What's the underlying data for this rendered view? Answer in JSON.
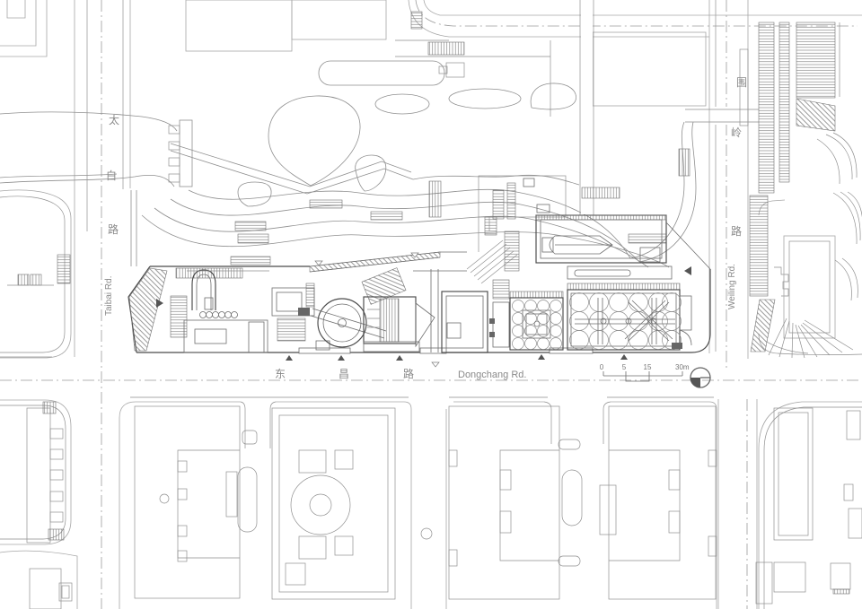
{
  "roads": {
    "taibai": {
      "cn_chars": [
        "太",
        "白",
        "路"
      ],
      "en": "Taibai Rd."
    },
    "dongchang": {
      "cn_chars": [
        "东",
        "昌",
        "路"
      ],
      "en": "Dongchang Rd."
    },
    "weiling": {
      "cn_chars": [
        "围",
        "岭",
        "路"
      ],
      "en": "Weiling Rd."
    }
  },
  "scale_bar": {
    "tick_labels": [
      "0",
      "5",
      "15",
      "30m"
    ]
  },
  "icons": {
    "north_indicator": "north-circle-icon"
  },
  "colors": {
    "background": "#ffffff",
    "line_light": "#a6a6a6",
    "line_medium": "#7d7d7d",
    "line_dark": "#4a4a4a",
    "hatch": "#6f6f6f",
    "centerline": "#9b9b9b",
    "marker": "#555555"
  }
}
